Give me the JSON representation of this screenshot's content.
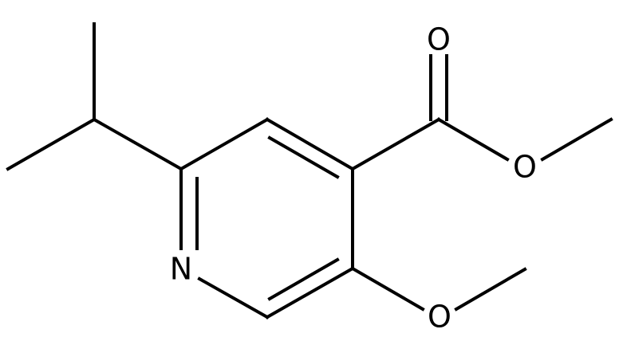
{
  "colors": {
    "background": "#ffffff",
    "bond": "#000000",
    "label": "#000000"
  },
  "atoms": {
    "carbonyl_oxygen": "O",
    "ester_oxygen": "O",
    "ring_nitrogen": "N",
    "methoxy_oxygen": "O"
  }
}
